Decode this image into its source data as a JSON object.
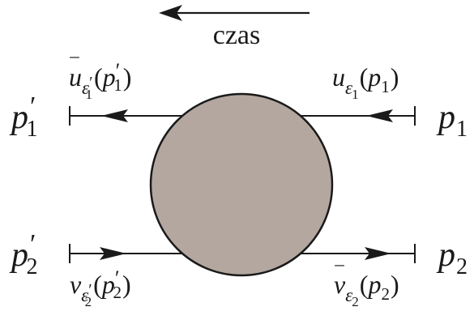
{
  "time_label": "czas",
  "colors": {
    "ink": "#1a1a1a",
    "blob_fill": "#b3a79f",
    "background": "#ffffff"
  },
  "momenta": {
    "p1_out": {
      "base": "p",
      "prime": "′",
      "sub": "1"
    },
    "p2_out": {
      "base": "p",
      "prime": "′",
      "sub": "2"
    },
    "p1_in": {
      "base": "p",
      "sub": "1"
    },
    "p2_in": {
      "base": "p",
      "sub": "2"
    }
  },
  "spinors": {
    "ubar_out": {
      "bar": "‾",
      "letter": "u",
      "eps": "ε",
      "eps_prime": "′",
      "eps_sub": "1",
      "open": "(",
      "arg_base": "p",
      "arg_prime": "′",
      "arg_sub": "1",
      "close": ")"
    },
    "u_in": {
      "letter": "u",
      "eps": "ε",
      "eps_sub": "1",
      "open": "(",
      "arg_base": "p",
      "arg_sub": "1",
      "close": ")"
    },
    "v_out": {
      "letter": "v",
      "eps": "ε",
      "eps_prime": "′",
      "eps_sub": "2",
      "open": "(",
      "arg_base": "p",
      "arg_prime": "′",
      "arg_sub": "2",
      "close": ")"
    },
    "vbar_in": {
      "bar": "‾",
      "letter": "v",
      "eps": "ε",
      "eps_sub": "2",
      "open": "(",
      "arg_base": "p",
      "arg_sub": "2",
      "close": ")"
    }
  }
}
